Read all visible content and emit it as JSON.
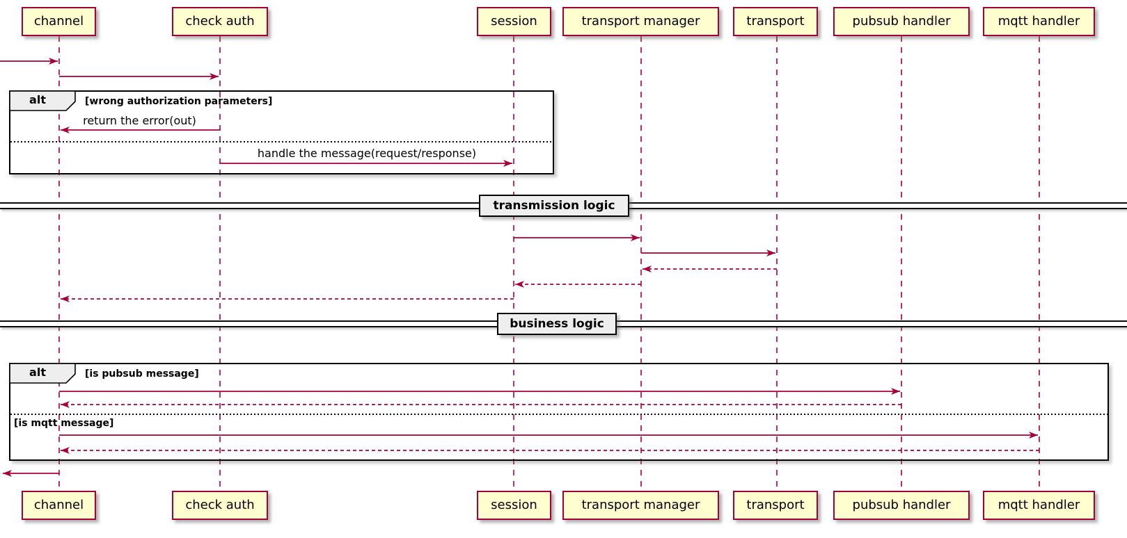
{
  "participants": [
    {
      "name": "channel"
    },
    {
      "name": "check auth"
    },
    {
      "name": "session"
    },
    {
      "name": "transport manager"
    },
    {
      "name": "transport"
    },
    {
      "name": "pubsub handler"
    },
    {
      "name": "mqtt handler"
    }
  ],
  "frames": [
    {
      "label": "alt",
      "condition": "[wrong authorization parameters]"
    },
    {
      "label": "alt",
      "condition": "[is pubsub message]",
      "else_condition": "[is mqtt message]"
    }
  ],
  "dividers": [
    {
      "label": "transmission logic"
    },
    {
      "label": "business logic"
    }
  ],
  "messages": [
    {
      "text": "return the error(out)"
    },
    {
      "text": "handle the message(request/response)"
    }
  ],
  "colors": {
    "participant_fill": "#FEFECE",
    "participant_border": "#A80036",
    "arrow": "#A80036",
    "lifeline": "#A80036",
    "frame_border": "#000000",
    "divider_fill": "#EEEEEE"
  }
}
